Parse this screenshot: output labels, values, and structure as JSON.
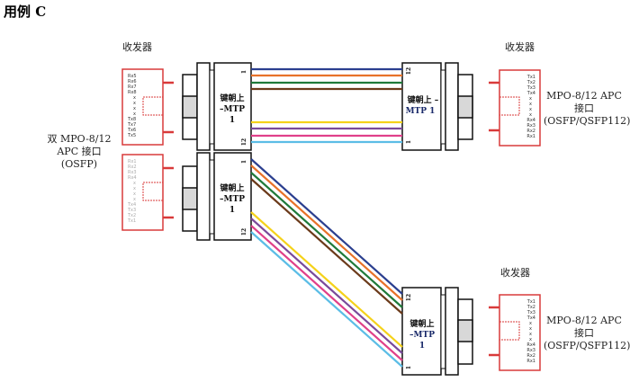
{
  "title": "用例 C",
  "transceivers": {
    "left": {
      "label": "收发器",
      "port_label": [
        "双 MPO-8/12",
        "APC 接口",
        "(OSFP)"
      ],
      "upper_pins": [
        "Rx5",
        "Rx6",
        "Rx7",
        "Rx8",
        "x",
        "x",
        "x",
        "x",
        "Tx8",
        "Tx7",
        "Tx6",
        "Tx5"
      ],
      "lower_pins": [
        "Rx1",
        "Rx2",
        "Rx3",
        "Rx4",
        "x",
        "x",
        "x",
        "x",
        "Tx4",
        "Tx3",
        "Tx2",
        "Tx1"
      ]
    },
    "right_top": {
      "label": "收发器",
      "port_label": [
        "MPO-8/12 APC",
        "接口",
        "(OSFP/QSFP112)"
      ],
      "pins": [
        "Tx1",
        "Tx2",
        "Tx3",
        "Tx4",
        "x",
        "x",
        "x",
        "x",
        "Rx4",
        "Rx3",
        "Rx2",
        "Rx1"
      ]
    },
    "right_bottom": {
      "label": "收发器",
      "port_label": [
        "MPO-8/12 APC",
        "接口",
        "(OSFP/QSFP112)"
      ],
      "pins": [
        "Tx1",
        "Tx2",
        "Tx3",
        "Tx4",
        "x",
        "x",
        "x",
        "x",
        "Rx4",
        "Rx3",
        "Rx2",
        "Rx1"
      ]
    }
  },
  "connectors": {
    "left_upper": {
      "text": [
        "键朝上",
        "–MTP",
        "1"
      ],
      "pin_top": "1",
      "pin_bottom": "12"
    },
    "left_lower": {
      "text": [
        "键朝上",
        "–MTP",
        "1"
      ],
      "pin_top": "1",
      "pin_bottom": "12"
    },
    "right_top": {
      "text": [
        "键朝上 –",
        "MTP 1"
      ],
      "pin_top": "12",
      "pin_bottom": "1"
    },
    "right_bottom": {
      "text": [
        "键朝上",
        "–MTP",
        "1"
      ],
      "pin_top": "12",
      "pin_bottom": "1"
    }
  },
  "fiber_colors": [
    "#2b3f8f",
    "#e8722a",
    "#1f7a3a",
    "#6b3a1a",
    "#f5d21a",
    "#7a4a9a",
    "#e0408a",
    "#5bbde6"
  ]
}
